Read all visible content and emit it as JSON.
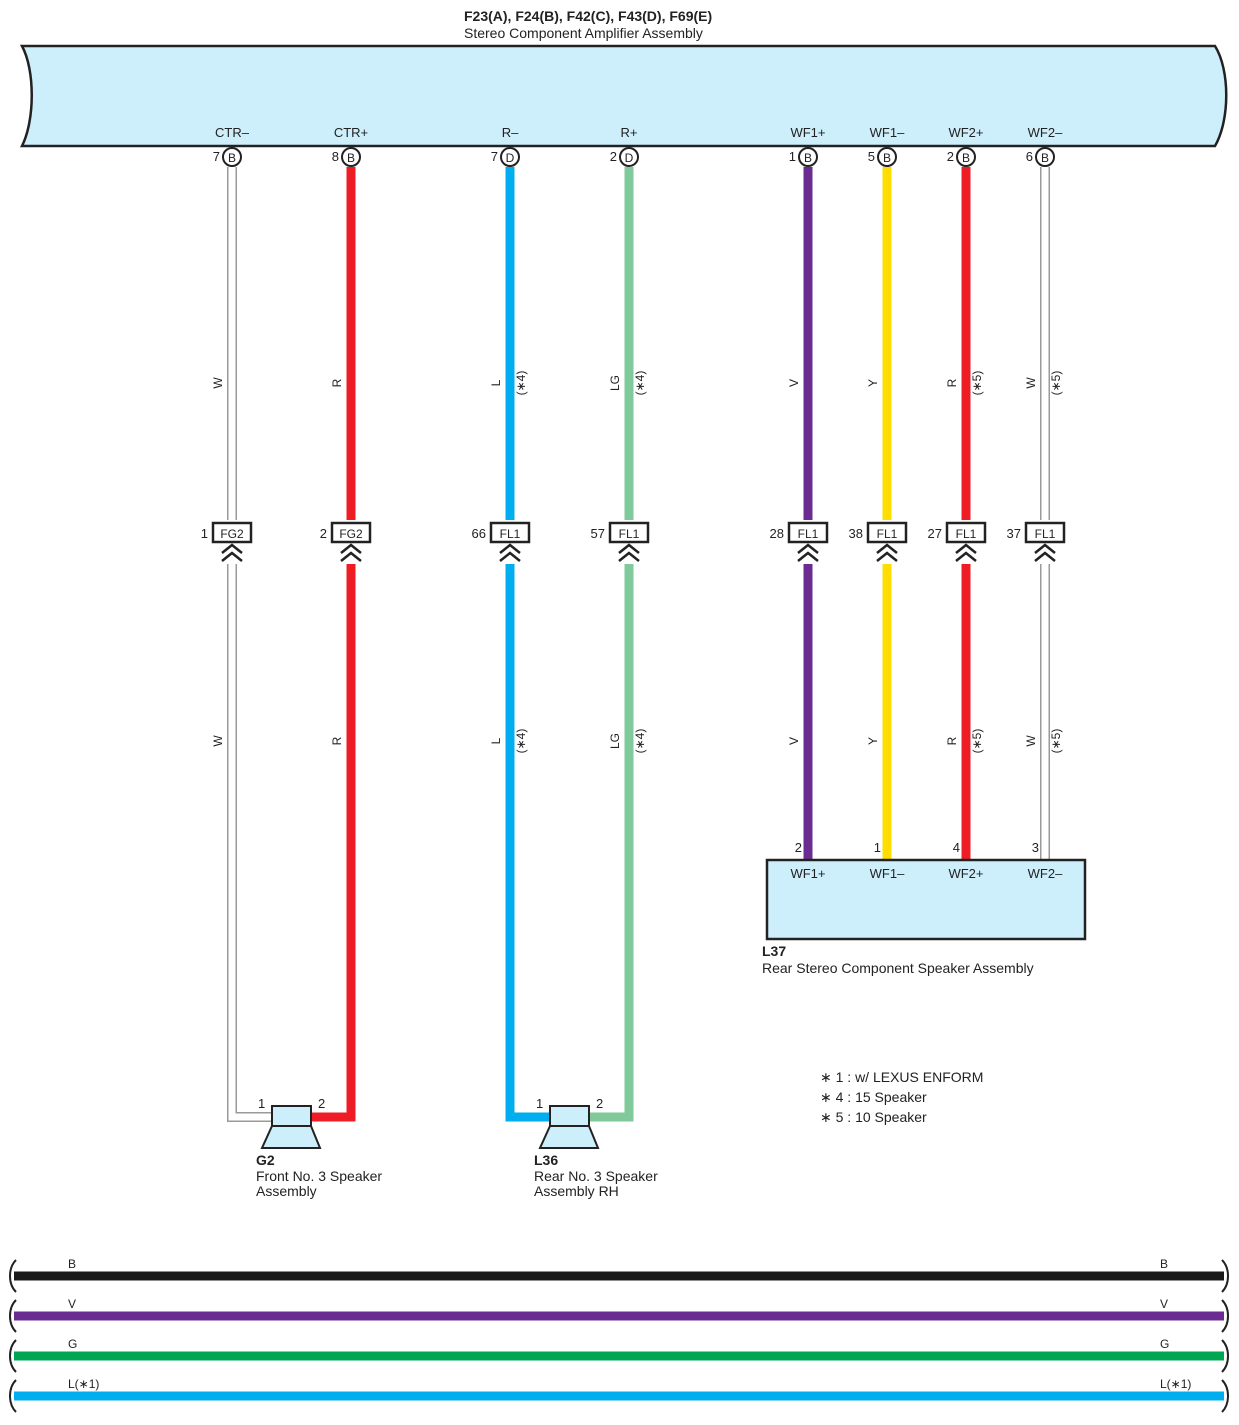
{
  "amplifier": {
    "code": "F23(A), F24(B), F42(C), F43(D), F69(E)",
    "name": "Stereo Component Amplifier Assembly",
    "fill": "#cdeefb"
  },
  "terminals": [
    {
      "label": "CTR–",
      "pin": "7",
      "conn": "B",
      "color": "W",
      "hex": "#ffffff",
      "note": "",
      "mid_conn": "FG2",
      "mid_pin": "1"
    },
    {
      "label": "CTR+",
      "pin": "8",
      "conn": "B",
      "color": "R",
      "hex": "#ee1c25",
      "note": "",
      "mid_conn": "FG2",
      "mid_pin": "2"
    },
    {
      "label": "R–",
      "pin": "7",
      "conn": "D",
      "color": "L",
      "hex": "#00aeef",
      "note": "(∗4)",
      "mid_conn": "FL1",
      "mid_pin": "66"
    },
    {
      "label": "R+",
      "pin": "2",
      "conn": "D",
      "color": "LG",
      "hex": "#7fc99a",
      "note": "(∗4)",
      "mid_conn": "FL1",
      "mid_pin": "57"
    },
    {
      "label": "WF1+",
      "pin": "1",
      "conn": "B",
      "color": "V",
      "hex": "#6a2c91",
      "note": "",
      "mid_conn": "FL1",
      "mid_pin": "28"
    },
    {
      "label": "WF1–",
      "pin": "5",
      "conn": "B",
      "color": "Y",
      "hex": "#ffdd00",
      "note": "",
      "mid_conn": "FL1",
      "mid_pin": "38"
    },
    {
      "label": "WF2+",
      "pin": "2",
      "conn": "B",
      "color": "R",
      "hex": "#ee1c25",
      "note": "(∗5)",
      "mid_conn": "FL1",
      "mid_pin": "27"
    },
    {
      "label": "WF2–",
      "pin": "6",
      "conn": "B",
      "color": "W",
      "hex": "#ffffff",
      "note": "(∗5)",
      "mid_conn": "FL1",
      "mid_pin": "37"
    }
  ],
  "speaker_g2": {
    "code": "G2",
    "line1": "Front No.  3 Speaker",
    "line2": "Assembly",
    "pin1": "1",
    "pin2": "2"
  },
  "speaker_l36": {
    "code": "L36",
    "line1": "Rear No.  3 Speaker",
    "line2": "Assembly RH",
    "pin1": "1",
    "pin2": "2"
  },
  "l37": {
    "code": "L37",
    "name": "Rear Stereo Component Speaker Assembly",
    "pins": [
      {
        "pin": "2",
        "label": "WF1+"
      },
      {
        "pin": "1",
        "label": "WF1–"
      },
      {
        "pin": "4",
        "label": "WF2+"
      },
      {
        "pin": "3",
        "label": "WF2–"
      }
    ]
  },
  "notes": [
    "∗ 1 : w/ LEXUS ENFORM",
    "∗ 4 : 15 Speaker",
    "∗ 5 : 10 Speaker"
  ],
  "buses": [
    {
      "label": "B",
      "hex": "#1a1a1a"
    },
    {
      "label": "V",
      "hex": "#6a2c91"
    },
    {
      "label": "G",
      "hex": "#00a651"
    },
    {
      "label": "L(∗1)",
      "hex": "#00aeef"
    }
  ]
}
